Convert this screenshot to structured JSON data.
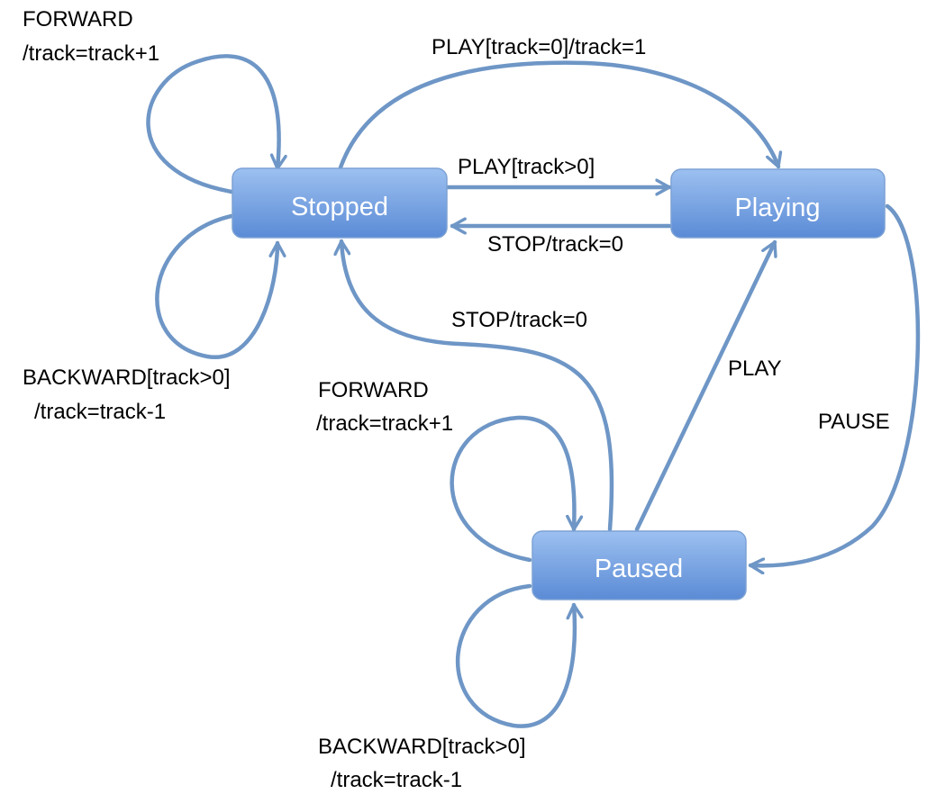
{
  "colors": {
    "state_fill_top": "#9cc0f0",
    "state_fill_bottom": "#5b8bd6",
    "edge_stroke": "#6e96c6",
    "state_text": "#ffffff",
    "label_text": "#000000"
  },
  "states": {
    "stopped": "Stopped",
    "playing": "Playing",
    "paused": "Paused"
  },
  "transitions": {
    "stopped_forward_line1": "FORWARD",
    "stopped_forward_line2": "/track=track+1",
    "stopped_to_playing_top": "PLAY[track=0]/track=1",
    "stopped_to_playing": "PLAY[track>0]",
    "playing_to_stopped": "STOP/track=0",
    "paused_to_stopped": "STOP/track=0",
    "stopped_backward_line1": "BACKWARD[track>0]",
    "stopped_backward_line2": "/track=track-1",
    "paused_to_playing": "PLAY",
    "playing_to_paused": "PAUSE",
    "paused_forward_line1": "FORWARD",
    "paused_forward_line2": "/track=track+1",
    "paused_backward_line1": "BACKWARD[track>0]",
    "paused_backward_line2": "/track=track-1"
  }
}
